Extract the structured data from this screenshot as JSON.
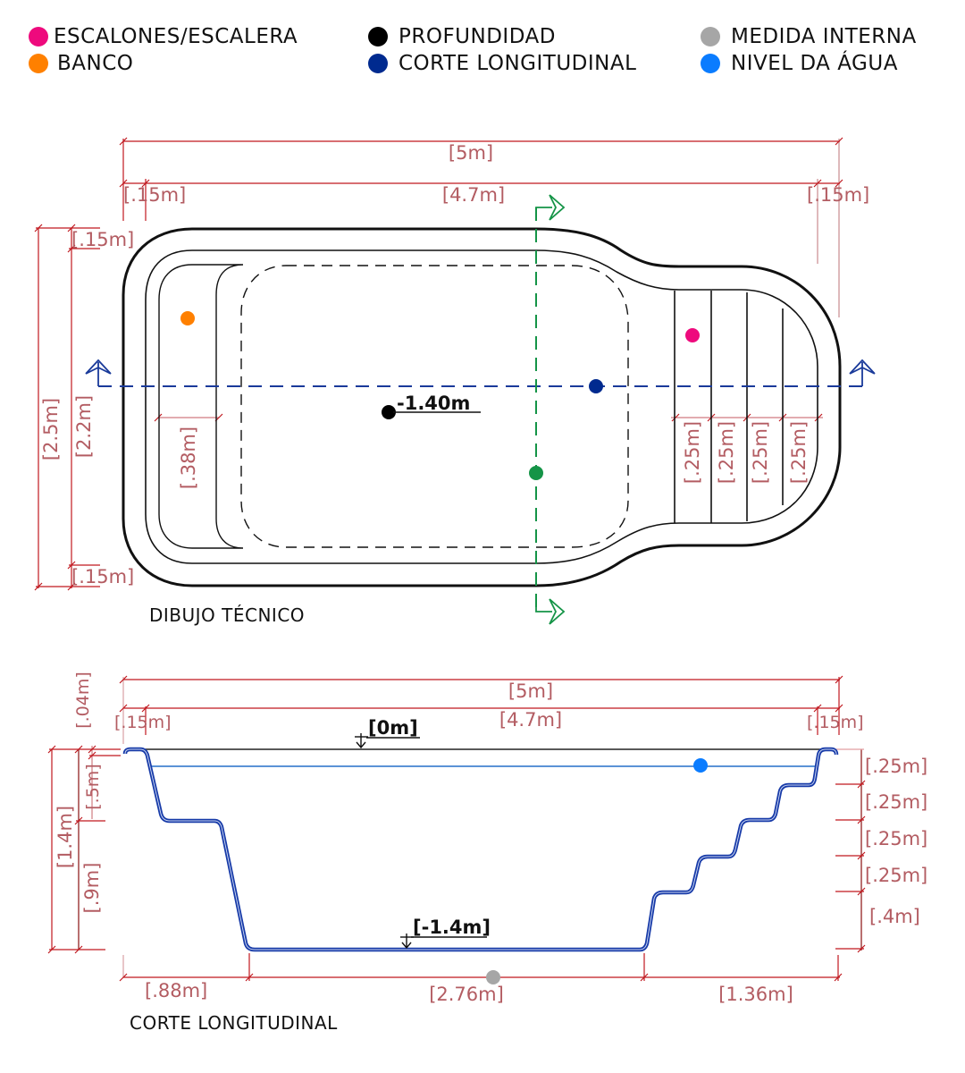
{
  "legend": [
    {
      "label": "ESCALONES/ESCALERA",
      "color": "#ee0a7d",
      "icon": "step-marker-dot"
    },
    {
      "label": "BANCO",
      "color": "#ff8000",
      "icon": "bench-marker-dot"
    },
    {
      "label": "PROFUNDIDAD",
      "color": "#000000",
      "icon": "depth-marker-dot"
    },
    {
      "label": "CORTE LONGITUDINAL",
      "color": "#002a8f",
      "icon": "section-marker-dot"
    },
    {
      "label": "MEDIDA INTERNA",
      "color": "#a6a6a6",
      "icon": "internal-measure-marker-dot"
    },
    {
      "label": "NIVEL DA ÁGUA",
      "color": "#0a7cff",
      "icon": "water-level-marker-dot"
    }
  ],
  "colors": {
    "dimension": "#b35c62",
    "dimension_line": "#c0181f",
    "section_cut": "#1a3a9a",
    "cross_cut": "#159447",
    "pool_outline": "#111111",
    "profile": "#173aa8",
    "water": "#5b93d6"
  },
  "plan": {
    "title": "DIBUJO TÉCNICO",
    "depth_label": "-1.40m",
    "dims": {
      "total_length": "[5m]",
      "inner_length": "[4.7m]",
      "rim_left": "[.15m]",
      "rim_right": "[.15m]",
      "total_width": "[2.5m]",
      "inner_width": "[2.2m]",
      "rim_top": "[.15m]",
      "rim_bottom": "[.15m]",
      "bench_width": "[.38m]",
      "steps": [
        "[.25m]",
        "[.25m]",
        "[.25m]",
        "[.25m]"
      ]
    }
  },
  "section": {
    "title": "CORTE LONGITUDINAL",
    "level_top": "[0m]",
    "level_bottom": "[-1.4m]",
    "dims": {
      "total_length": "[5m]",
      "inner_length": "[4.7m]",
      "rim_left": "[.15m]",
      "rim_right": "[.15m]",
      "rim_height": "[.04m]",
      "total_depth": "[1.4m]",
      "bench_depth": "[.5m]",
      "lower_depth": "[.9m]",
      "step_heights": [
        "[.25m]",
        "[.25m]",
        "[.25m]",
        "[.25m]"
      ],
      "last_step": "[.4m]",
      "bench_run": "[.88m]",
      "floor_length": "[2.76m]",
      "stairs_run": "[1.36m]"
    }
  }
}
